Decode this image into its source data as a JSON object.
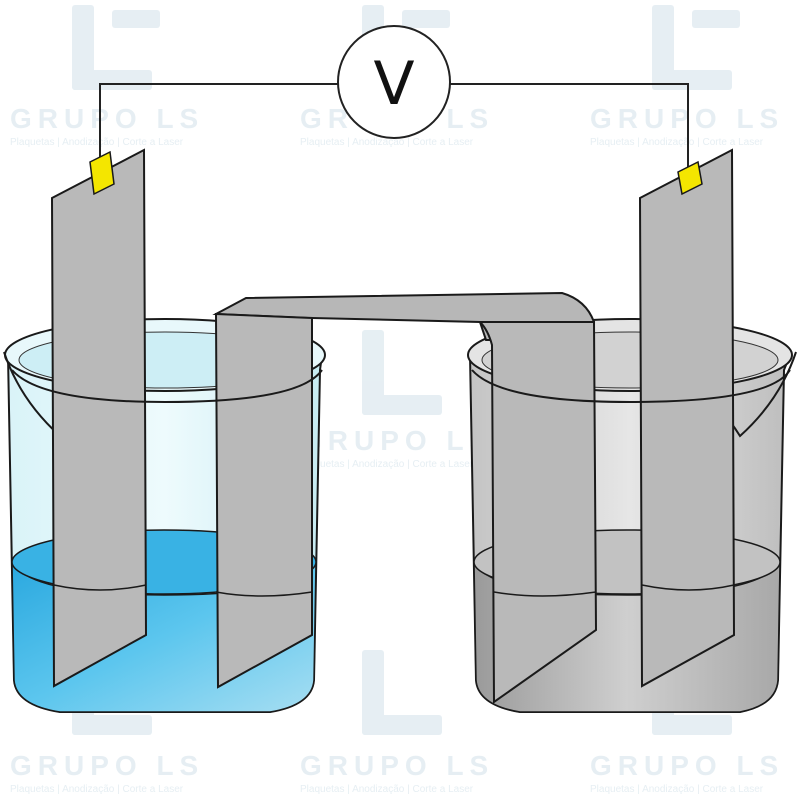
{
  "voltmeter": {
    "symbol": "V"
  },
  "watermark": {
    "brand": "GRUPO LS",
    "tagline": "Plaquetas | Anodização | Corte a Laser"
  },
  "colors": {
    "electrode": "#b9b9b9",
    "solution_left": "#3fb6e6",
    "solution_right": "#b4b4b4",
    "terminal": "#f4e600",
    "glass_left": "#bfeaf2",
    "glass_right": "#c9c9c9",
    "watermark": "#e3edf2"
  }
}
